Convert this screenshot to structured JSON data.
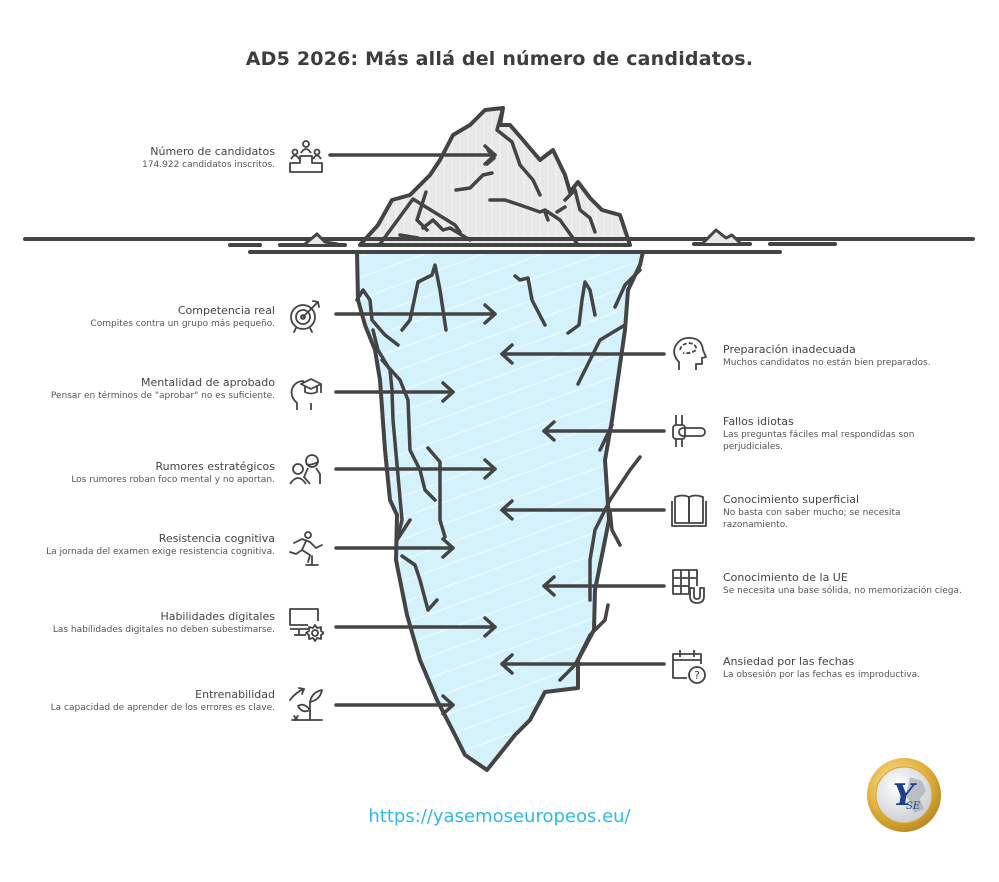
{
  "title": "AD5 2026: Más allá del número de candidatos.",
  "colors": {
    "stroke": "#444444",
    "ice_above": "#e8e8e8",
    "ice_below": "#d3f2fc",
    "url": "#2bbbe8"
  },
  "above_water": {
    "heading": "Número de candidatos",
    "desc": "174.922 candidatos inscritos.",
    "icon": "podium-people-icon"
  },
  "left_items": [
    {
      "heading": "Competencia real",
      "desc": "Compites contra un grupo más pequeño.",
      "icon": "target-arrow-icon"
    },
    {
      "heading": "Mentalidad de aprobado",
      "desc": "Pensar en términos de \"aprobar\" no es suficiente.",
      "icon": "head-graduation-cap-icon"
    },
    {
      "heading": "Rumores estratégicos",
      "desc": "Los rumores roban foco mental y no aportan.",
      "icon": "whispering-people-icon"
    },
    {
      "heading": "Resistencia cognitiva",
      "desc": "La jornada del examen exige resistencia cognitiva.",
      "icon": "runner-hurdle-icon"
    },
    {
      "heading": "Habilidades digitales",
      "desc": "Las habilidades digitales no deben subestimarse.",
      "icon": "monitor-gear-icon"
    },
    {
      "heading": "Entrenabilidad",
      "desc": "La capacidad de aprender de los errores es clave.",
      "icon": "plant-growth-icon"
    }
  ],
  "right_items": [
    {
      "heading": "Preparación inadecuada",
      "desc": "Muchos candidatos no están bien preparados.",
      "icon": "head-brain-icon"
    },
    {
      "heading": "Fallos idiotas",
      "desc": "Las preguntas fáciles mal respondidas son perjudiciales.",
      "icon": "broken-pipe-icon"
    },
    {
      "heading": "Conocimiento superficial",
      "desc": "No basta con saber mucho; se necesita razonamiento.",
      "icon": "open-book-icon"
    },
    {
      "heading": "Conocimiento de la UE",
      "desc": "Se necesita una base sólida, no memorización ciega.",
      "icon": "grid-magnet-icon"
    },
    {
      "heading": "Ansiedad por las fechas",
      "desc": "La obsesión por las fechas es improductiva.",
      "icon": "calendar-question-icon"
    }
  ],
  "footer": {
    "url": "https://yasemoseuropeos.eu/",
    "logo_text": "Y",
    "logo_sub": "SE"
  }
}
